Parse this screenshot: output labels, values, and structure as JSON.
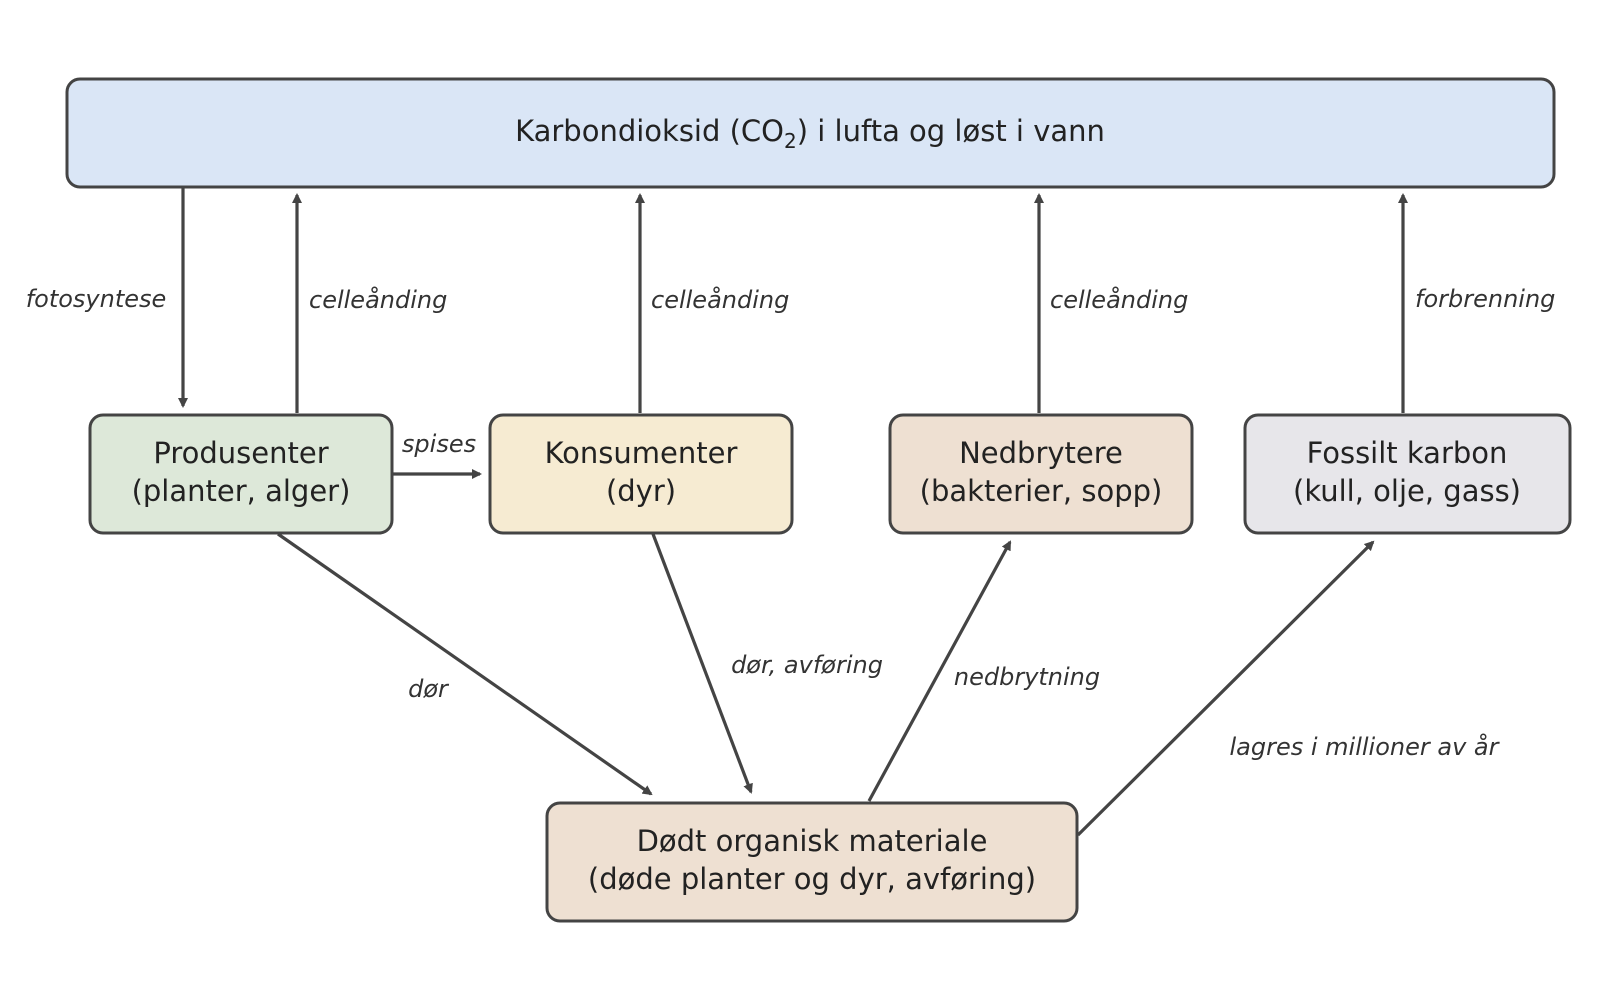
{
  "nodes": {
    "atmosphere": {
      "label_main": "Karbondioksid (CO",
      "label_sub": "2",
      "label_tail": ") i lufta og løst i vann",
      "fill": "#dae6f6"
    },
    "producers": {
      "line1": "Produsenter",
      "line2": "(planter, alger)",
      "fill": "#dde8d9"
    },
    "consumers": {
      "line1": "Konsumenter",
      "line2": "(dyr)",
      "fill": "#f6ebd2"
    },
    "decomposers": {
      "line1": "Nedbrytere",
      "line2": "(bakterier, sopp)",
      "fill": "#eee0d2"
    },
    "fossil": {
      "line1": "Fossilt karbon",
      "line2": "(kull, olje, gass)",
      "fill": "#e7e6ea"
    },
    "dead": {
      "line1": "Dødt organisk materiale",
      "line2": "(døde planter og dyr, avføring)",
      "fill": "#eee0d2"
    }
  },
  "edges": {
    "photosynthesis": "fotosyntese",
    "resp_producers": "celleånding",
    "resp_consumers": "celleånding",
    "resp_decomposers": "celleånding",
    "combustion": "forbrenning",
    "eaten": "spises",
    "producers_die": "dør",
    "consumers_die": "dør, avføring",
    "decomposition": "nedbrytning",
    "fossilization": "lagres i millioner av år"
  },
  "colors": {
    "stroke": "#444444",
    "text": "#222222"
  }
}
